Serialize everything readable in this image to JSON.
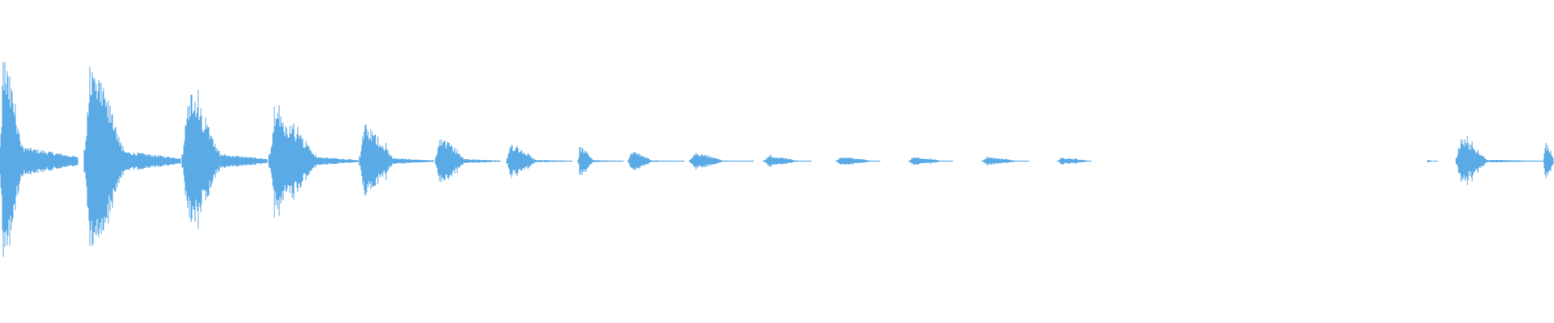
{
  "waveform": {
    "color": "#5aaae6",
    "background": "#ffffff",
    "duration_fraction_note": "",
    "segments": [
      {
        "start": 0.0,
        "end": 0.014,
        "amplitude": 0.72,
        "tail": 0.1,
        "tail_end": 0.05
      },
      {
        "start": 0.054,
        "end": 0.079,
        "amplitude": 0.66,
        "tail": 0.07,
        "tail_end": 0.116
      },
      {
        "start": 0.117,
        "end": 0.141,
        "amplitude": 0.48,
        "tail": 0.05,
        "tail_end": 0.172
      },
      {
        "start": 0.173,
        "end": 0.203,
        "amplitude": 0.33,
        "tail": 0.03,
        "tail_end": 0.23
      },
      {
        "start": 0.231,
        "end": 0.252,
        "amplitude": 0.25,
        "tail": 0.02,
        "tail_end": 0.279
      },
      {
        "start": 0.28,
        "end": 0.298,
        "amplitude": 0.17,
        "tail": 0.015,
        "tail_end": 0.322
      },
      {
        "start": 0.326,
        "end": 0.344,
        "amplitude": 0.12,
        "tail": 0.01,
        "tail_end": 0.368
      },
      {
        "start": 0.372,
        "end": 0.381,
        "amplitude": 0.1,
        "tail": 0.008,
        "tail_end": 0.401
      },
      {
        "start": 0.404,
        "end": 0.419,
        "amplitude": 0.07,
        "tail": 0.006,
        "tail_end": 0.44
      },
      {
        "start": 0.444,
        "end": 0.464,
        "amplitude": 0.06,
        "tail": 0.005,
        "tail_end": 0.485
      },
      {
        "start": 0.491,
        "end": 0.513,
        "amplitude": 0.035,
        "tail": 0.003,
        "tail_end": 0.522
      },
      {
        "start": 0.538,
        "end": 0.56,
        "amplitude": 0.03,
        "tail": 0.002,
        "tail_end": 0.566
      },
      {
        "start": 0.585,
        "end": 0.605,
        "amplitude": 0.028,
        "tail": 0.002,
        "tail_end": 0.613
      },
      {
        "start": 0.632,
        "end": 0.654,
        "amplitude": 0.026,
        "tail": 0.002,
        "tail_end": 0.662
      },
      {
        "start": 0.68,
        "end": 0.7,
        "amplitude": 0.024,
        "tail": 0.002,
        "tail_end": 0.702
      },
      {
        "start": 0.918,
        "end": 0.922,
        "amplitude": 0.01,
        "tail": 0.002,
        "tail_end": 0.925
      },
      {
        "start": 0.937,
        "end": 0.956,
        "amplitude": 0.15,
        "tail": 0.01,
        "tail_end": 0.992
      },
      {
        "start": 0.993,
        "end": 1.0,
        "amplitude": 0.13,
        "tail": 0.0,
        "tail_end": 1.0
      }
    ]
  }
}
